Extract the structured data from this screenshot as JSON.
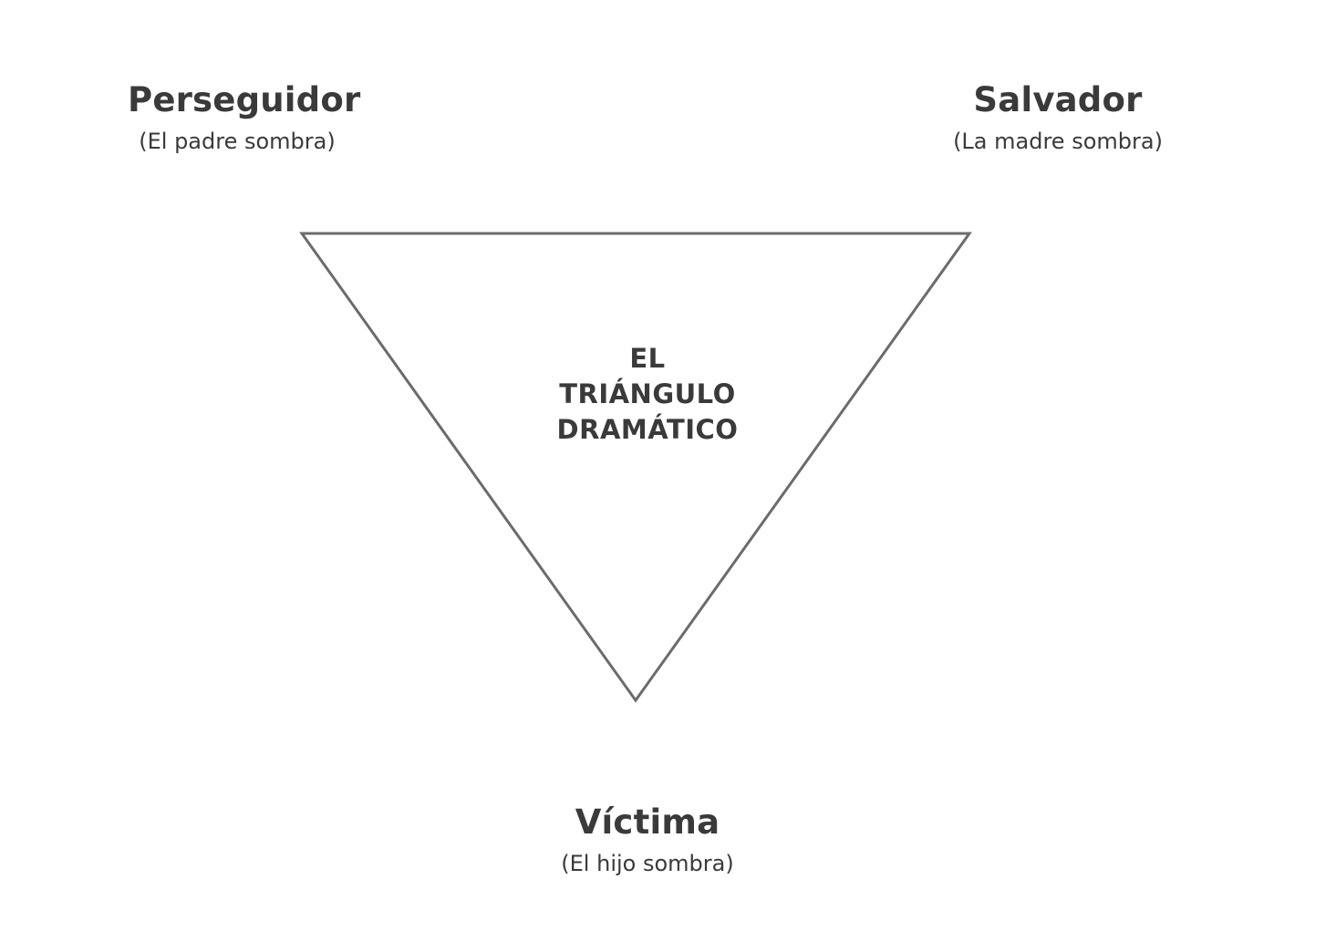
{
  "diagram": {
    "center_label": [
      "EL",
      "TRIÁNGULO",
      "DRAMÁTICO"
    ],
    "roles": {
      "persecutor": {
        "title": "Perseguidor",
        "subtitle": "(El padre sombra)"
      },
      "rescuer": {
        "title": "Salvador",
        "subtitle": "(La madre sombra)"
      },
      "victim": {
        "title": "Víctima",
        "subtitle": "(El hijo sombra)"
      }
    },
    "triangle": {
      "shape": "inverted-triangle",
      "stroke_color": "#6b6b6b",
      "text_color": "#3a3a3a"
    }
  }
}
